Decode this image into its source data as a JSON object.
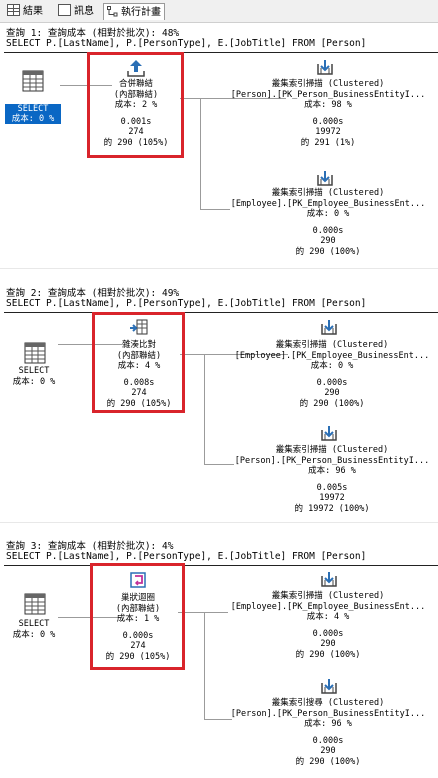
{
  "tabs": [
    {
      "label": "結果",
      "icon": "grid-icon"
    },
    {
      "label": "訊息",
      "icon": "message-icon"
    },
    {
      "label": "執行計畫",
      "icon": "execution-plan-icon"
    }
  ],
  "queries": [
    {
      "header": "查詢 1: 查詢成本 (相對於批次): 48%",
      "sql": "SELECT P.[LastName], P.[PersonType], E.[JobTitle] FROM [Person]",
      "select": {
        "label": "SELECT",
        "cost": "成本: 0 %",
        "selected": true
      },
      "join": {
        "name": "合併聯結",
        "sub": "(內部聯結)",
        "cost": "成本: 2 %",
        "time": "0.001s",
        "rows": "274",
        "of": "的 290 (105%)",
        "icon": "merge-join-icon"
      },
      "scans": [
        {
          "name": "叢集索引掃描 (Clustered)",
          "object": "[Person].[PK_Person_BusinessEntityI...",
          "cost": "成本: 98 %",
          "time": "0.000s",
          "rows": "19972",
          "of": "的   291 (1%)"
        },
        {
          "name": "叢集索引掃描 (Clustered)",
          "object": "[Employee].[PK_Employee_BusinessEnt...",
          "cost": "成本: 0 %",
          "time": "0.000s",
          "rows": "290",
          "of": "的 290 (100%)"
        }
      ]
    },
    {
      "header": "查詢 2: 查詢成本 (相對於批次): 49%",
      "sql": "SELECT P.[LastName], P.[PersonType], E.[JobTitle] FROM [Person]",
      "select": {
        "label": "SELECT",
        "cost": "成本: 0 %",
        "selected": false
      },
      "join": {
        "name": "雜湊比對",
        "sub": "(內部聯結)",
        "cost": "成本: 4 %",
        "time": "0.008s",
        "rows": "274",
        "of": "的 290 (105%)",
        "icon": "hash-match-icon"
      },
      "scans": [
        {
          "name": "叢集索引掃描 (Clustered)",
          "object": "[Employee].[PK_Employee_BusinessEnt...",
          "cost": "成本: 0 %",
          "time": "0.000s",
          "rows": "290",
          "of": "的 290 (100%)"
        },
        {
          "name": "叢集索引掃描 (Clustered)",
          "object": "[Person].[PK_Person_BusinessEntityI...",
          "cost": "成本: 96 %",
          "time": "0.005s",
          "rows": "19972",
          "of": "的 19972 (100%)"
        }
      ]
    },
    {
      "header": "查詢 3: 查詢成本 (相對於批次): 4%",
      "sql": "SELECT P.[LastName], P.[PersonType], E.[JobTitle] FROM [Person]",
      "select": {
        "label": "SELECT",
        "cost": "成本: 0 %",
        "selected": false
      },
      "join": {
        "name": "巢狀迴圈",
        "sub": "(內部聯結)",
        "cost": "成本: 1 %",
        "time": "0.000s",
        "rows": "274",
        "of": "的 290 (105%)",
        "icon": "nested-loops-icon"
      },
      "scans": [
        {
          "name": "叢集索引掃描 (Clustered)",
          "object": "[Employee].[PK_Employee_BusinessEnt...",
          "cost": "成本: 4 %",
          "time": "0.000s",
          "rows": "290",
          "of": "的 290 (100%)"
        },
        {
          "name": "叢集索引搜尋 (Clustered)",
          "object": "[Person].[PK_Person_BusinessEntityI...",
          "cost": "成本: 96 %",
          "time": "0.000s",
          "rows": "290",
          "of": "的 290 (100%)"
        }
      ]
    }
  ],
  "colors": {
    "highlight": "#d9242b",
    "selected": "#0a67c4",
    "connector": "#9b9b9b"
  }
}
